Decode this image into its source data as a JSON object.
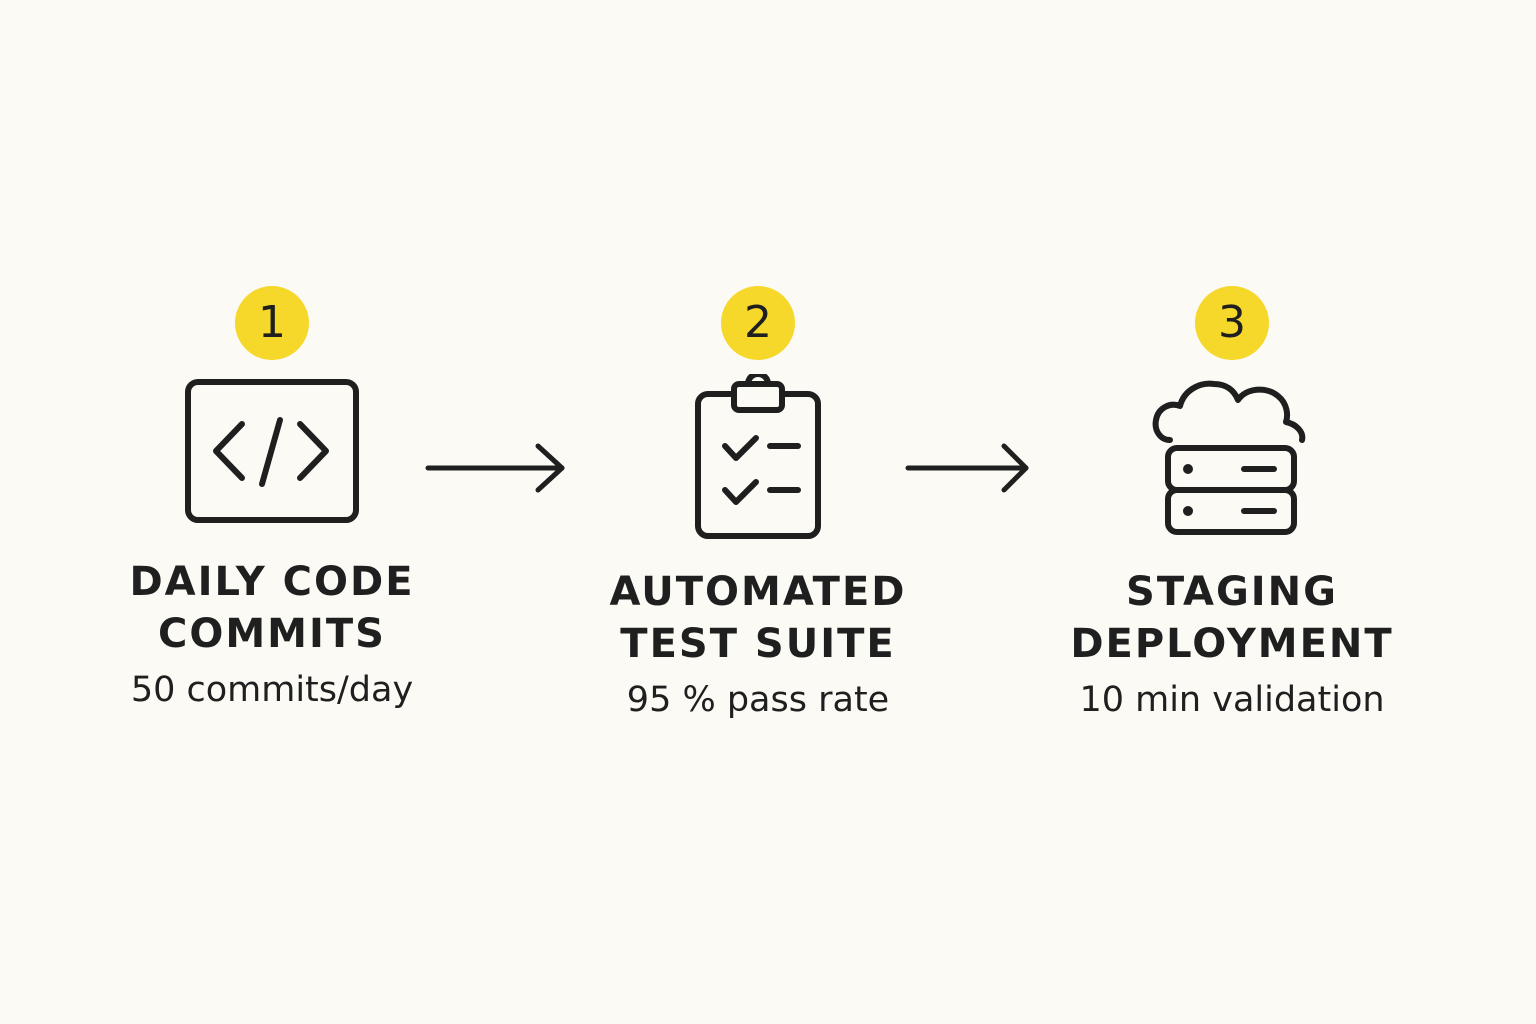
{
  "accent_color": "#f5d82a",
  "ink_color": "#1f1f1f",
  "steps": [
    {
      "number": "1",
      "icon": "code-window-icon",
      "title_line1": "DAILY CODE",
      "title_line2": "COMMITS",
      "metric": "50 commits/day"
    },
    {
      "number": "2",
      "icon": "clipboard-checklist-icon",
      "title_line1": "AUTOMATED",
      "title_line2": "TEST SUITE",
      "metric": "95 % pass rate"
    },
    {
      "number": "3",
      "icon": "cloud-server-icon",
      "title_line1": "STAGING",
      "title_line2": "DEPLOYMENT",
      "metric": "10 min validation"
    }
  ],
  "connectors": [
    "arrow-right-icon",
    "arrow-right-icon"
  ]
}
